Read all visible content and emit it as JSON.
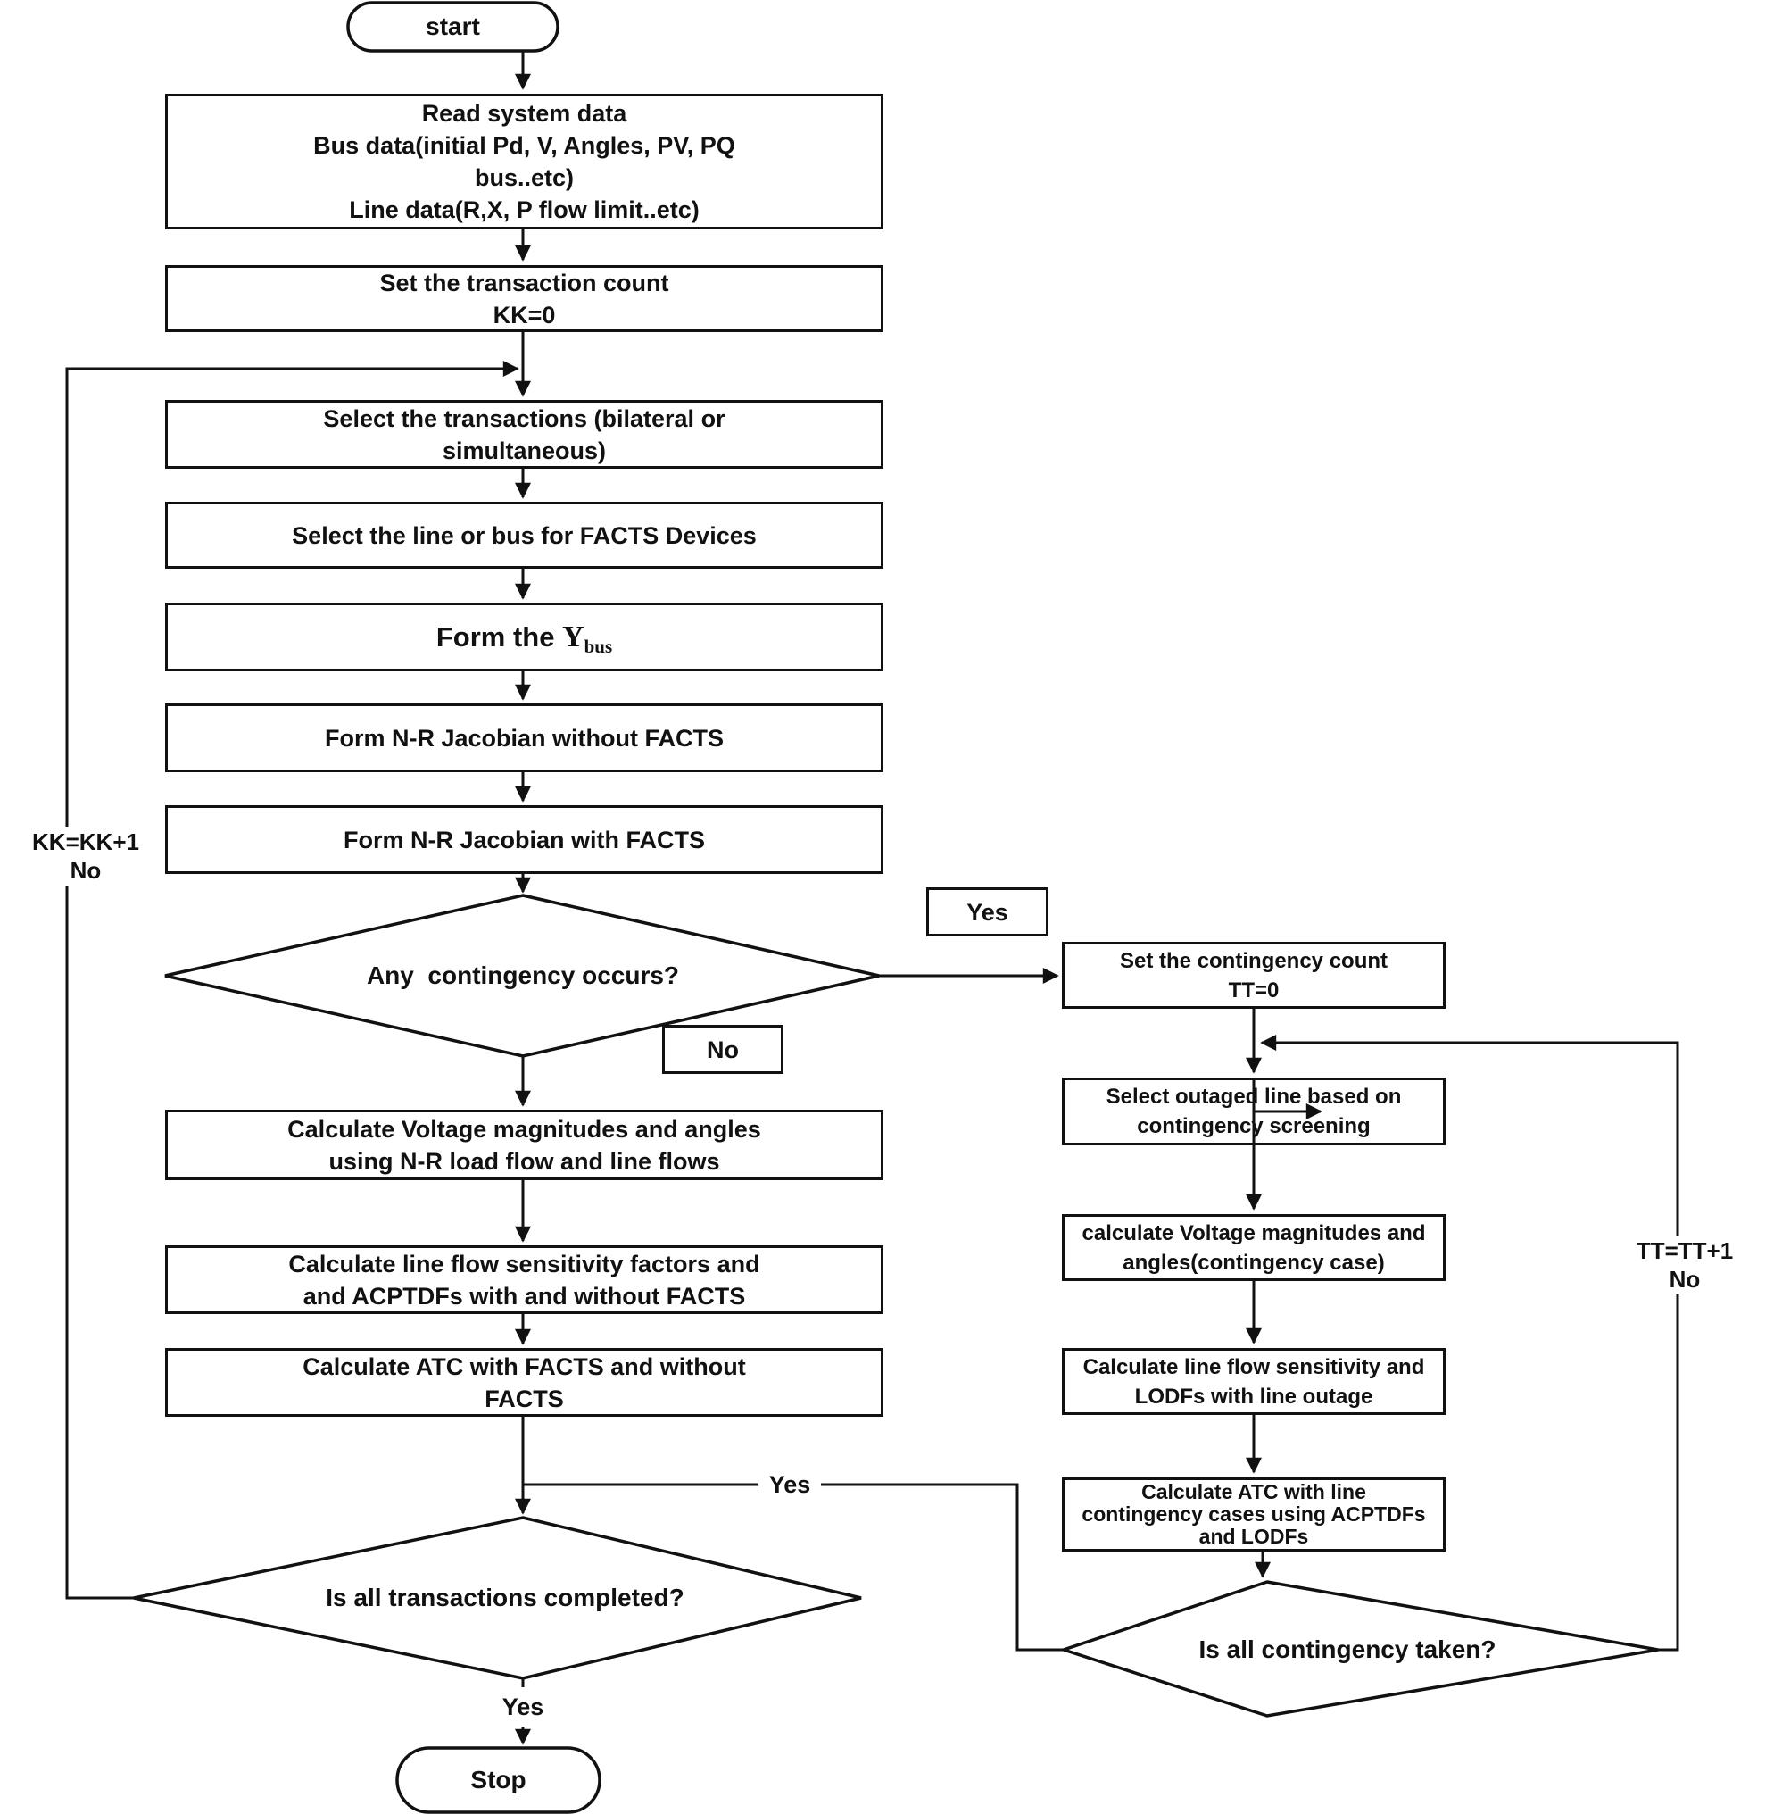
{
  "nodes": {
    "start": "start",
    "read_data": "Read system data\nBus data(initial Pd, V, Angles, PV, PQ\nbus..etc)\nLine data(R,X, P flow limit..etc)",
    "set_transaction": "Set the transaction count\nKK=0",
    "select_transactions": "Select the transactions (bilateral or\nsimultaneous)",
    "select_line_bus": "Select the line or bus for FACTS Devices",
    "form_ybus": {
      "prefix": "Form the ",
      "symbol": "Y",
      "subscript": "bus"
    },
    "jacobian_without": "Form N-R Jacobian without FACTS",
    "jacobian_with": "Form N-R Jacobian with FACTS",
    "contingency_decision": "Any  contingency occurs?",
    "calc_voltage": "Calculate Voltage magnitudes and angles\nusing N-R load flow and line flows",
    "calc_sensitivity": "Calculate line flow sensitivity factors and\nand ACPTDFs with and without FACTS",
    "calc_atc": "Calculate ATC with FACTS and without\nFACTS",
    "transactions_decision": "Is all transactions completed?",
    "stop": "Stop",
    "set_contingency": "Set the contingency count\nTT=0",
    "select_outaged": "Select outaged line based on\ncontingency screening",
    "calc_voltage_contingency": "calculate Voltage magnitudes and\nangles(contingency case)",
    "calc_lodf": "Calculate line flow sensitivity and\nLODFs with line outage",
    "calc_atc_contingency": "Calculate ATC with line\ncontingency cases using ACPTDFs\nand LODFs",
    "contingency_taken_decision": "Is all contingency taken?"
  },
  "labels": {
    "yes_boxed": "Yes",
    "no_boxed": "No",
    "kk_loop": "KK=KK+1\nNo",
    "tt_loop": "TT=TT+1\nNo",
    "yes_merge": "Yes",
    "yes_stop": "Yes"
  },
  "colors": {
    "line": "#111111",
    "background": "#ffffff",
    "text": "#111111"
  }
}
